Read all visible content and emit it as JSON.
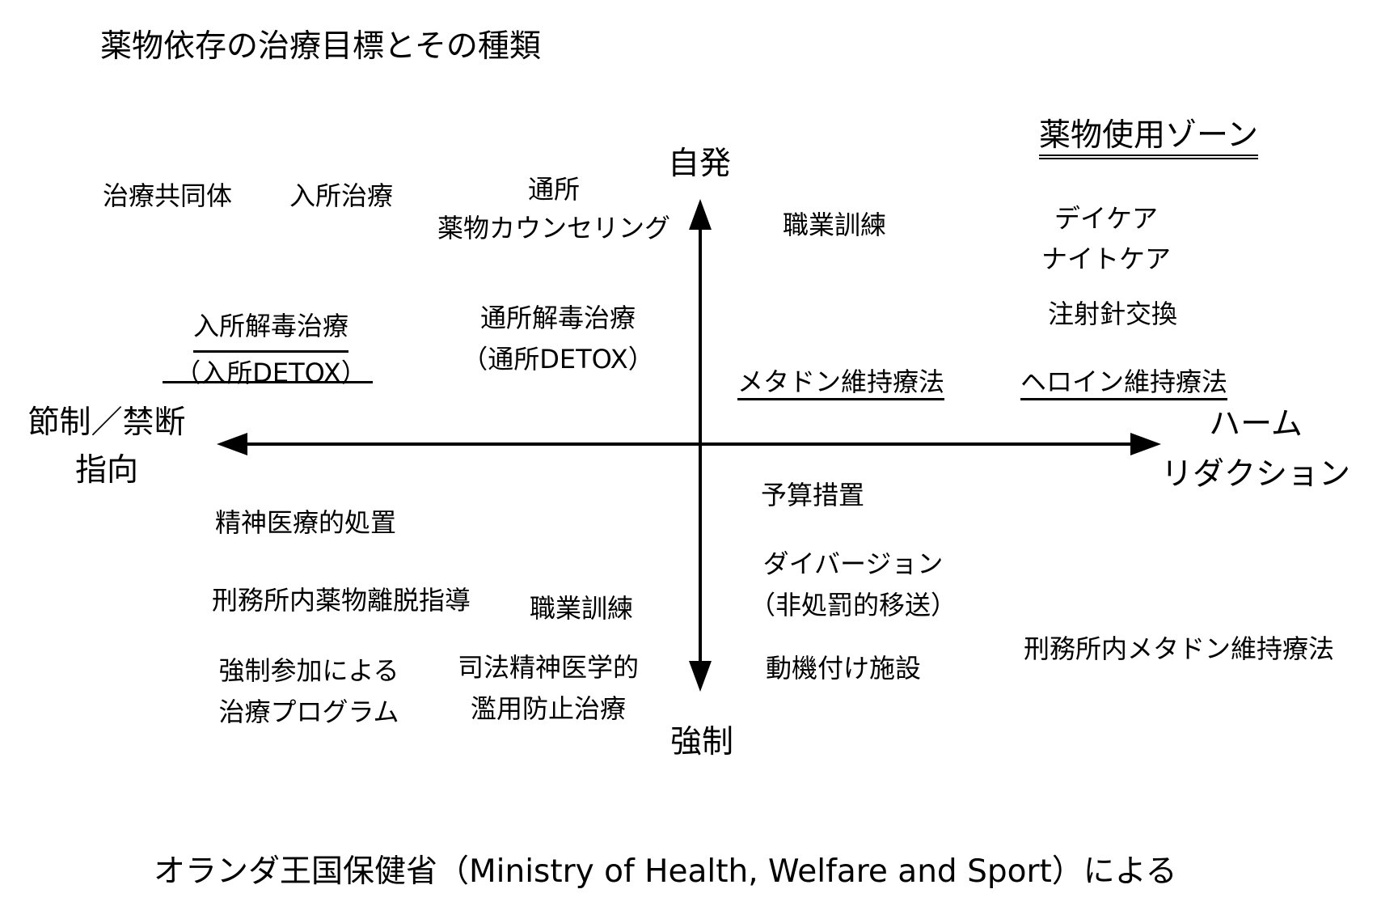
{
  "title": "薬物依存の治療目標とその種類",
  "zone_label": "薬物使用ゾーン",
  "axes": {
    "top": "自発",
    "bottom": "強制",
    "left": [
      "節制／禁断",
      "指向"
    ],
    "right": [
      "ハーム",
      "リダクション"
    ]
  },
  "items": {
    "therapeutic_community": "治療共同体",
    "inpatient_treatment": "入所治療",
    "outpatient_counseling": [
      "通所",
      "薬物カウンセリング"
    ],
    "vocational_training_top": "職業訓練",
    "day_night_care": [
      "デイケア",
      "ナイトケア"
    ],
    "needle_exchange": "注射針交換",
    "inpatient_detox": [
      "入所解毒治療",
      "（入所DETOX）"
    ],
    "outpatient_detox": [
      "通所解毒治療",
      "（通所DETOX）"
    ],
    "methadone": "メタドン維持療法",
    "heroin": "ヘロイン維持療法",
    "psychiatric_measures": "精神医療的処置",
    "budget_measures": "予算措置",
    "diversion": [
      "ダイバージョン",
      "（非処罰的移送）"
    ],
    "prison_guidance": "刑務所内薬物離脱指導",
    "vocational_training_bottom": "職業訓練",
    "prison_methadone": "刑務所内メタドン維持療法",
    "compulsory_program": [
      "強制参加による",
      "治療プログラム"
    ],
    "forensic_psychiatry": [
      "司法精神医学的",
      "濫用防止治療"
    ],
    "motivation_facility": "動機付け施設"
  },
  "footer": "オランダ王国保健省（Ministry of Health, Welfare and Sport）による"
}
